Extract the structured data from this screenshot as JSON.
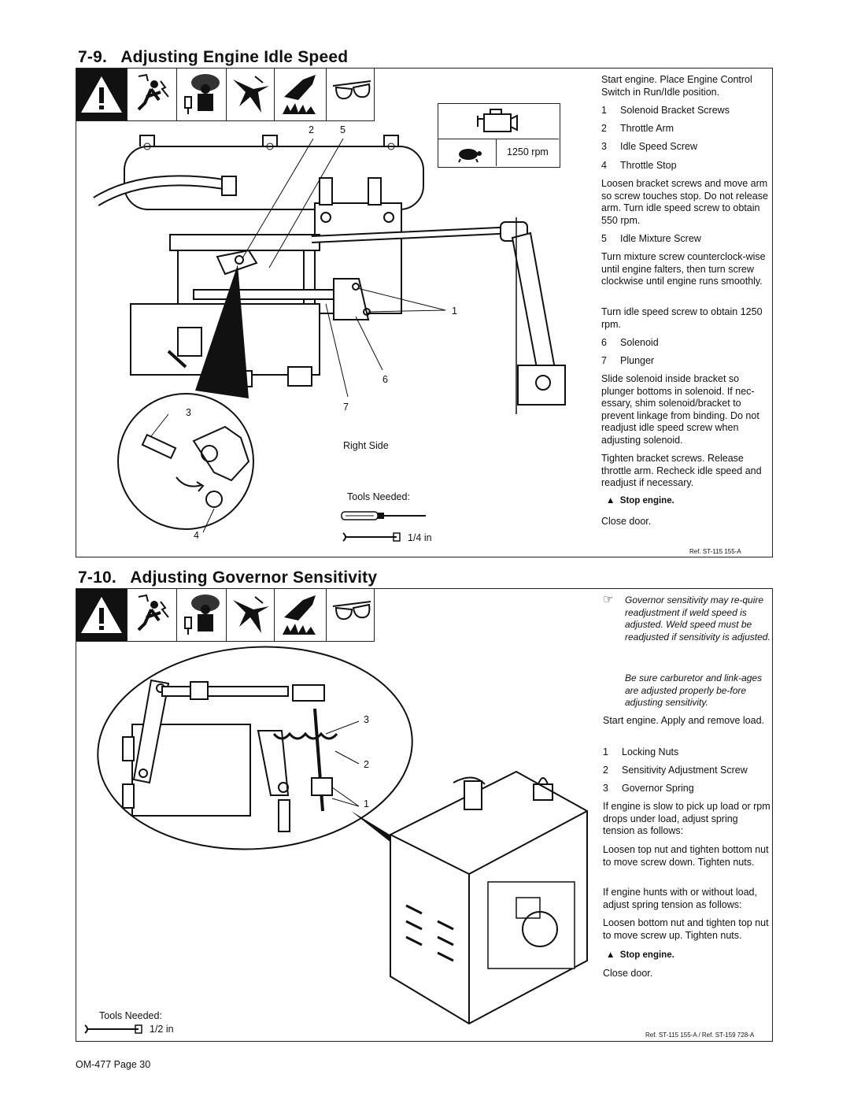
{
  "section1": {
    "title": "7-9.   Adjusting Engine Idle Speed",
    "rpm_value": "1250 rpm",
    "view_label": "Right Side",
    "tools_needed": "Tools Needed:",
    "wrench_size": "1/4 in",
    "callouts": [
      "2",
      "5",
      "1",
      "6",
      "7",
      "3",
      "4"
    ],
    "intro": "Start engine. Place Engine Control Switch in Run/Idle position.",
    "items": [
      {
        "n": "1",
        "label": "Solenoid Bracket Screws"
      },
      {
        "n": "2",
        "label": "Throttle Arm"
      },
      {
        "n": "3",
        "label": "Idle Speed Screw"
      },
      {
        "n": "4",
        "label": "Throttle Stop"
      }
    ],
    "para1": "Loosen bracket screws and move arm so screw touches stop. Do not release arm. Turn idle speed screw to obtain 550 rpm.",
    "item5": {
      "n": "5",
      "label": "Idle Mixture Screw"
    },
    "para2": "Turn mixture screw counterclock-wise until engine falters, then turn screw clockwise until engine runs smoothly.",
    "para3": "Turn idle speed screw to obtain 1250 rpm.",
    "items2": [
      {
        "n": "6",
        "label": "Solenoid"
      },
      {
        "n": "7",
        "label": "Plunger"
      }
    ],
    "para4": "Slide solenoid inside bracket so plunger bottoms in solenoid. If nec-essary, shim solenoid/bracket to prevent linkage from binding. Do not readjust idle speed screw when adjusting solenoid.",
    "para5": "Tighten bracket screws. Release throttle arm. Recheck idle speed and readjust if necessary.",
    "stop": "Stop engine.",
    "close": "Close door.",
    "ref": "Ref. ST-115 155-A"
  },
  "section2": {
    "title": "7-10.   Adjusting Governor Sensitivity",
    "note1": "Governor sensitivity may re-quire readjustment if weld speed is adjusted. Weld speed must be readjusted if sensitivity is adjusted.",
    "note2": "Be sure carburetor and link-ages are adjusted properly be-fore adjusting sensitivity.",
    "intro": "Start engine. Apply and remove load.",
    "items": [
      {
        "n": "1",
        "label": "Locking Nuts"
      },
      {
        "n": "2",
        "label": "Sensitivity Adjustment Screw"
      },
      {
        "n": "3",
        "label": "Governor Spring"
      }
    ],
    "para1": "If engine is slow to pick up load or rpm drops under load, adjust spring tension as follows:",
    "para2": "Loosen top nut and tighten bottom nut to move screw down. Tighten nuts.",
    "para3": "If engine hunts with or without load, adjust spring tension as follows:",
    "para4": "Loosen bottom nut and tighten top nut to move screw up. Tighten nuts.",
    "stop": "Stop engine.",
    "close": "Close door.",
    "tools_needed": "Tools Needed:",
    "wrench_size": "1/2 in",
    "callouts": [
      "3",
      "2",
      "1"
    ],
    "ref": "Ref. ST-115 155-A / Ref. ST-159 728-A"
  },
  "footer": {
    "page": "OM-477 Page 30"
  }
}
